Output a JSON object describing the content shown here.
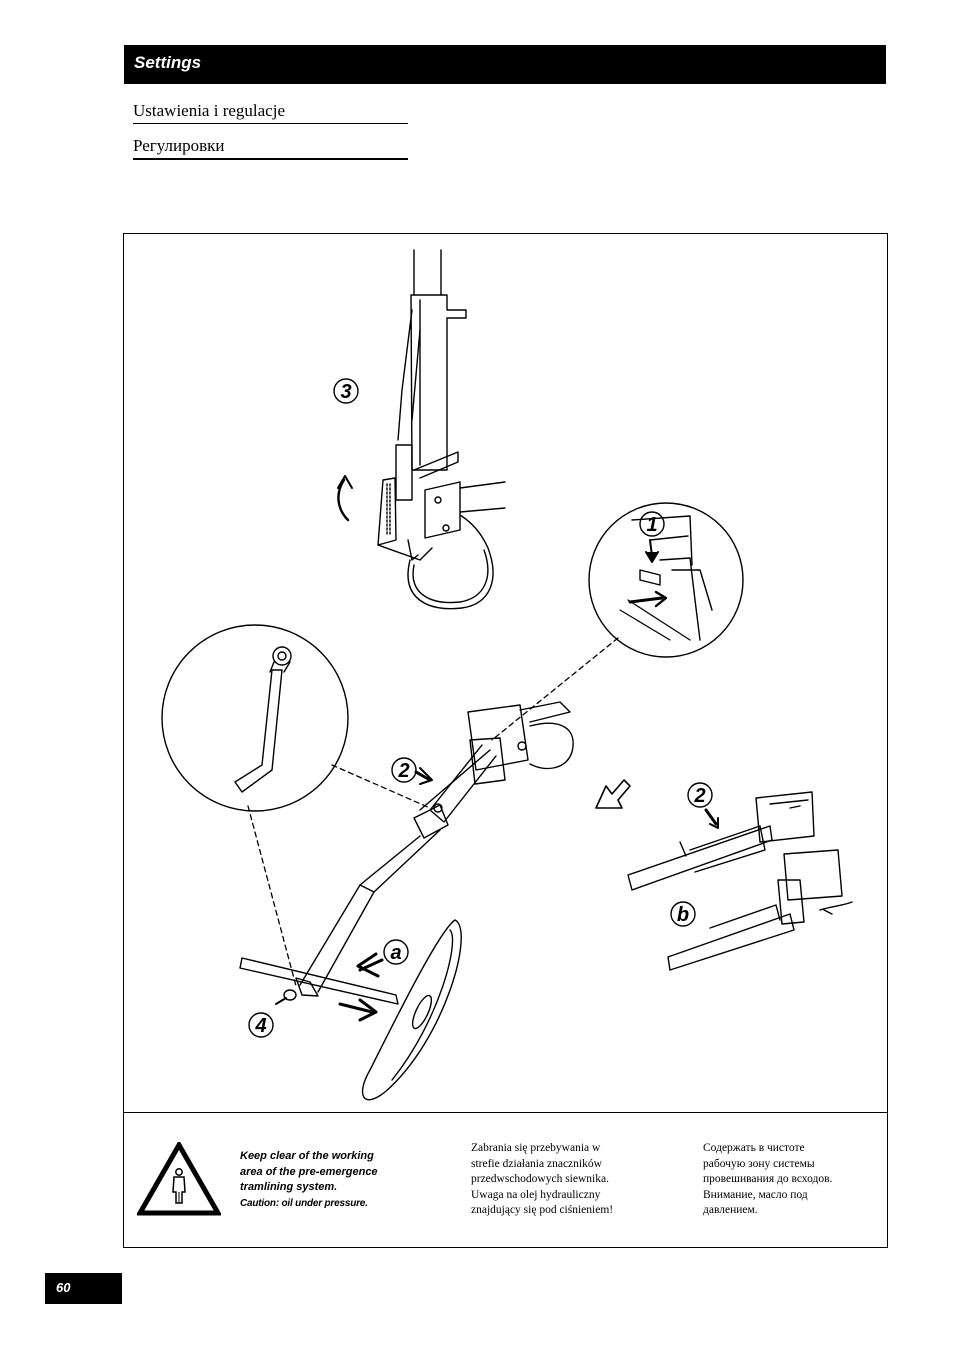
{
  "header": {
    "title": "Settings"
  },
  "subtitles": {
    "pl": "Ustawienia i regulacje",
    "ru": "Регулировки"
  },
  "figure": {
    "callouts": [
      "3",
      "1",
      "2",
      "2",
      "b",
      "a",
      "4"
    ]
  },
  "warning": {
    "icon": "warning-person-icon",
    "en_lines": [
      "Keep clear of the working",
      "area of the pre-emergence",
      "tramlining system."
    ],
    "en_caution": "Caution: oil under pressure.",
    "pl_lines": [
      "Zabrania się przebywania w",
      "strefie działania znaczników",
      "przedwschodowych siewnika.",
      "Uwaga na olej hydrauliczny",
      "znajdujący się pod ciśnieniem!"
    ],
    "ru_lines": [
      "Содержать в чистоте",
      "рабочую зону системы",
      "провешивания до всходов.",
      "Внимание, масло под",
      "давлением."
    ]
  },
  "page_number": "60"
}
